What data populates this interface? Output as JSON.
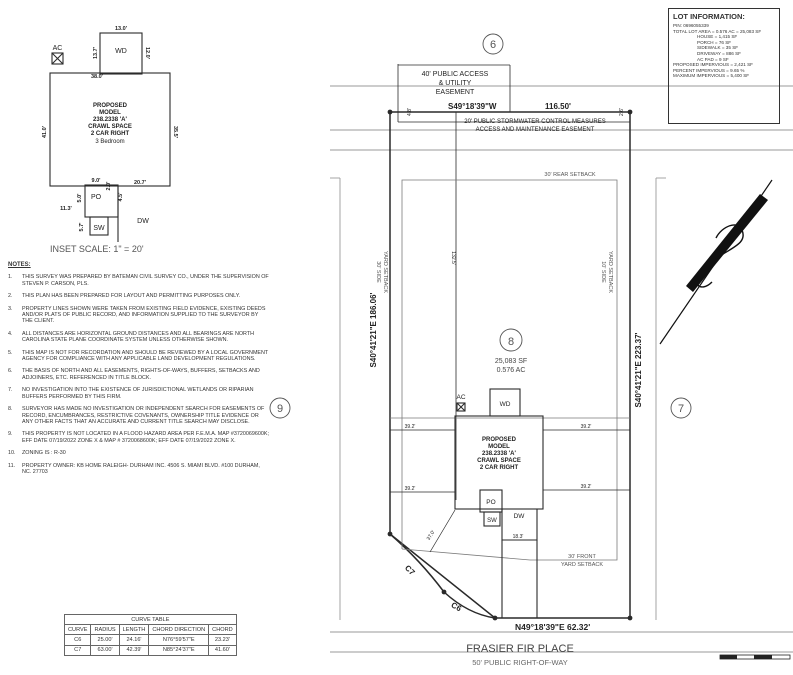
{
  "inset": {
    "ac_label": "AC",
    "wd_label": "WD",
    "house_title": [
      "PROPOSED",
      "MODEL",
      "238.2338 'A'",
      "CRAWL SPACE",
      "2 CAR RIGHT"
    ],
    "bedrooms": "3 Bedroom",
    "po_label": "PO",
    "sw_label": "SW",
    "dw_label": "DW",
    "dims": {
      "wd_top": "13.0'",
      "wd_left": "13.7'",
      "wd_right": "12.0'",
      "top": "38.0'",
      "left": "41.0'",
      "right": "35.5'",
      "po_top": "9.0'",
      "po_right": "4.5'",
      "po_left": "5.0'",
      "po_bottom_left": "11.3'",
      "sw_side": "5.7'",
      "porch_mid": "2.0'",
      "garage_top": "20.7'"
    },
    "scale": "INSET SCALE:  1\" = 20'"
  },
  "notes": {
    "title": "NOTES:",
    "items": [
      {
        "num": "1.",
        "text": "THIS SURVEY WAS PREPARED BY BATEMAN CIVIL SURVEY CO., UNDER THE SUPERVISION OF STEVEN P. CARSON, PLS."
      },
      {
        "num": "2.",
        "text": "THIS PLAN HAS BEEN PREPARED FOR LAYOUT AND PERMITTING PURPOSES ONLY."
      },
      {
        "num": "3.",
        "text": "PROPERTY LINES SHOWN WERE TAKEN FROM EXISTING FIELD EVIDENCE, EXISTING DEEDS AND/OR PLATS OF PUBLIC RECORD, AND INFORMATION SUPPLIED TO THE SURVEYOR BY THE CLIENT."
      },
      {
        "num": "4.",
        "text": "ALL DISTANCES ARE HORIZONTAL GROUND DISTANCES AND ALL BEARINGS ARE NORTH CAROLINA STATE PLANE COORDINATE SYSTEM UNLESS OTHERWISE SHOWN."
      },
      {
        "num": "5.",
        "text": "THIS MAP IS NOT FOR RECORDATION AND SHOULD BE REVIEWED BY A LOCAL GOVERNMENT AGENCY FOR COMPLIANCE WITH ANY APPLICABLE LAND DEVELOPMENT REGULATIONS."
      },
      {
        "num": "6.",
        "text": "THE BASIS OF NORTH AND ALL EASEMENTS, RIGHTS-OF-WAYS, BUFFERS, SETBACKS AND ADJOINERS, ETC. REFERENCED IN TITLE BLOCK."
      },
      {
        "num": "7.",
        "text": "NO INVESTIGATION INTO THE EXISTENCE OF JURISDICTIONAL WETLANDS OR RIPARIAN BUFFERS PERFORMED BY THIS FIRM."
      },
      {
        "num": "8.",
        "text": "SURVEYOR HAS MADE NO INVESTIGATION OR INDEPENDENT SEARCH FOR EASEMENTS OF RECORD, ENCUMBRANCES, RESTRICTIVE COVENANTS, OWNERSHIP TITLE EVIDENCE OR ANY OTHER FACTS THAT AN ACCURATE AND CURRENT TITLE SEARCH MAY DISCLOSE."
      },
      {
        "num": "9.",
        "text": "THIS PROPERTY IS NOT LOCATED IN A FLOOD HAZARD AREA PER F.E.M.A. MAP #3720069600K; EFF DATE 07/19/2022 ZONE X & MAP # 3720068600K; EFF DATE 07/19/2022 ZONE X."
      },
      {
        "num": "10.",
        "text": "ZONING IS : R-30"
      },
      {
        "num": "11.",
        "text": "PROPERTY OWNER: KB HOME RALEIGH- DURHAM INC. 4506 S. MIAMI BLVD. #100 DURHAM, NC. 27703"
      }
    ]
  },
  "curve_table": {
    "title": "CURVE TABLE",
    "headers": [
      "CURVE",
      "RADIUS",
      "LENGTH",
      "CHORD DIRECTION",
      "CHORD"
    ],
    "rows": [
      [
        "C6",
        "25.00'",
        "24.16'",
        "N76°59'57\"E",
        "23.23'"
      ],
      [
        "C7",
        "63.00'",
        "42.39'",
        "N85°24'37\"E",
        "41.60'"
      ]
    ]
  },
  "lot_info": {
    "title": "LOT INFORMATION:",
    "pin": "PIN: 0696055339",
    "total_lot_area": "TOTAL LOT AREA = 0.576 AC = 25,083 SF",
    "house": "HOUSE = 1,415 SF",
    "porch": "PORCH = 76 SF",
    "sidewalk": "SIDEWALK = 35 SF",
    "driveway": "DRIVEWAY = 886 SF",
    "ac_pad": "AC PAD = 9 SF",
    "proposed_impervious": "PROPOSED IMPERVIOUS = 2,421 SF",
    "percent_impervious": "PERCENT IMPERVIOUS = 9.65 %",
    "maximum_impervious": "MAXIMUM IMPERVIOUS = 5,400 SF"
  },
  "plan": {
    "lot_6": "6",
    "lot_7": "7",
    "lot_8": "8",
    "lot_9": "9",
    "access_easement": [
      "40' PUBLIC ACCESS",
      "& UTILITY",
      "EASEMENT"
    ],
    "north_bearing": "S49°18'39\"W",
    "north_distance": "116.50'",
    "stormwater_easement": [
      "20' PUBLIC STORMWATER CONTROL MEASURES",
      "ACCESS AND MAINTENANCE EASEMENT"
    ],
    "rear_setback": "30' REAR SETBACK",
    "side_setback_left": [
      "30' SIDE",
      "YARD SETBACK"
    ],
    "side_setback_right": [
      "10' SIDE",
      "YARD SETBACK"
    ],
    "west_line": "S40°41'21\"E   186.06'",
    "east_line": "S40°41'21\"E   223.37'",
    "lot_area_sf": "25,083 SF",
    "lot_area_ac": "0.576 AC",
    "ac_label": "AC",
    "wd_label": "WD",
    "house_title": [
      "PROPOSED",
      "MODEL",
      "238.2338 'A'",
      "CRAWL SPACE",
      "2 CAR RIGHT"
    ],
    "po_label": "PO",
    "sw_label": "SW",
    "dw_label": "DW",
    "dim_left_house": "39.2'",
    "dim_right_house": "39.2'",
    "dim_right_garage": "39.2'",
    "dim_left_porch": "39.2'",
    "dim_driveway": "18.3'",
    "dim_front_curve": "37.0'",
    "dim_easement_left": "4.8'",
    "dim_easement_right": "2.6'",
    "dim_center": "132.5'",
    "front_setback": [
      "30' FRONT",
      "YARD SETBACK"
    ],
    "curve_c7": "C7",
    "curve_c6": "C6",
    "south_line": "N49°18'39\"E   62.32'",
    "street_name": "FRASIER FIR PLACE",
    "right_of_way": "50' PUBLIC RIGHT-OF-WAY"
  },
  "colors": {
    "line": "#2a2a2a",
    "setback": "#7a7a7a",
    "road": "#9a9a9a"
  }
}
